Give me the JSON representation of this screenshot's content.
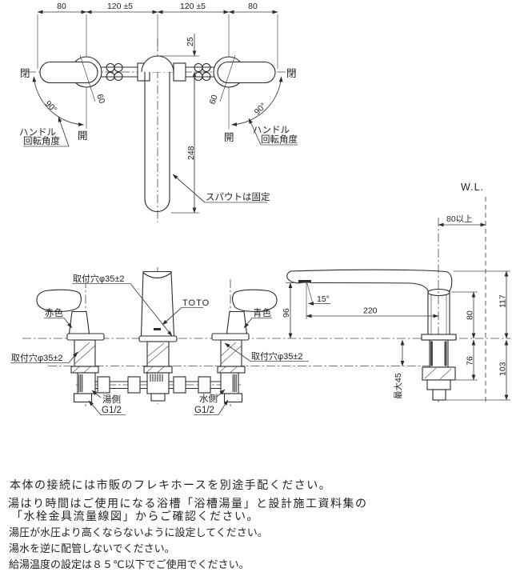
{
  "top_view": {
    "dim_segments": [
      "80",
      "120 ±5",
      "120 ±5",
      "80"
    ],
    "spout_offset": "25",
    "spout_length": "248",
    "handle_width": "60",
    "label_closed": "閉",
    "label_open": "開",
    "handle_angle": "90°",
    "rotation_note_line1": "ハンドル",
    "rotation_note_line2": "回転角度",
    "spout_note": "スパウトは固定"
  },
  "front_view": {
    "mount_hole": "取付穴φ35±2",
    "brand": "TOTO",
    "hot_handle": "赤色",
    "cold_handle": "青色",
    "hot_supply": "湯側",
    "cold_supply": "水側",
    "thread": "G1/2"
  },
  "side_view": {
    "water_level": "W.L.",
    "wall_clearance": "80以上",
    "spout_angle": "15°",
    "spout_reach": "220",
    "spout_height": "96",
    "total_height": "117",
    "base_height": "80",
    "under_counter_1": "76",
    "under_counter_2": "103",
    "max_deck_thickness": "最大45"
  },
  "notes": [
    "本体の接続には市販のフレキホースを別途手配ください。",
    "湯はり時間はご使用になる浴槽「浴槽湯量」と設計施工資料集の",
    "「水栓金具流量線図」からご確認ください。",
    "湯圧が水圧より高くならないように設定してください。",
    "湯水を逆に配管しないでください。",
    "給湯温度の設定は８５℃以下でご使用でください。"
  ]
}
